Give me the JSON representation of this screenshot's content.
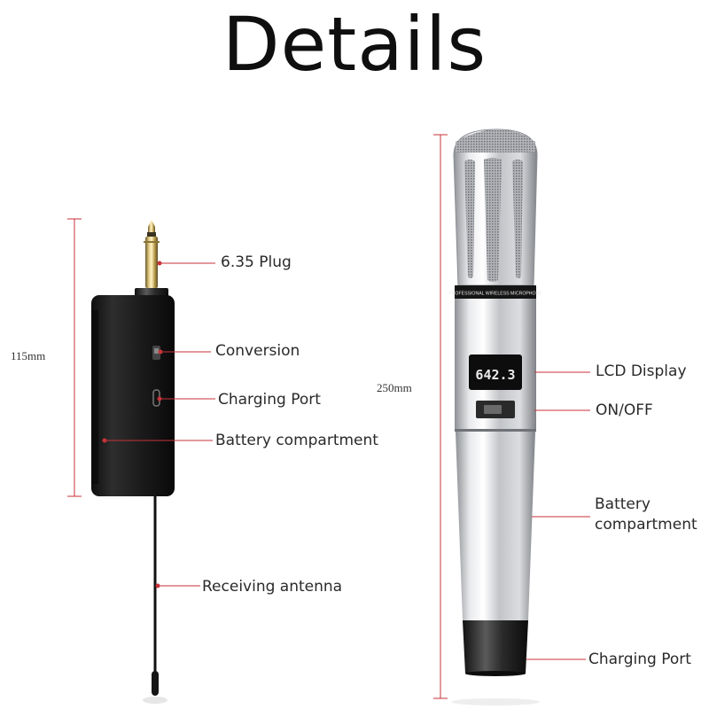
{
  "title": "Details",
  "receiver": {
    "dimension": "115mm",
    "labels": {
      "plug": "6.35 Plug",
      "conversion": "Conversion",
      "charging_port": "Charging Port",
      "battery": "Battery compartment",
      "antenna": "Receiving antenna"
    }
  },
  "microphone": {
    "dimension": "250mm",
    "band_text": "PROFESSIONAL WIRELESS MICROPHONE",
    "lcd_text": "642.3",
    "labels": {
      "lcd": "LCD Display",
      "power": "ON/OFF",
      "battery_line1": "Battery",
      "battery_line2": "compartment",
      "charging_port": "Charging Port"
    }
  },
  "colors": {
    "callout": "#c8323a",
    "dimension_line": "#c8323a",
    "receiver_body": "#1c1c1c",
    "mic_body": "#c9cbcf"
  }
}
